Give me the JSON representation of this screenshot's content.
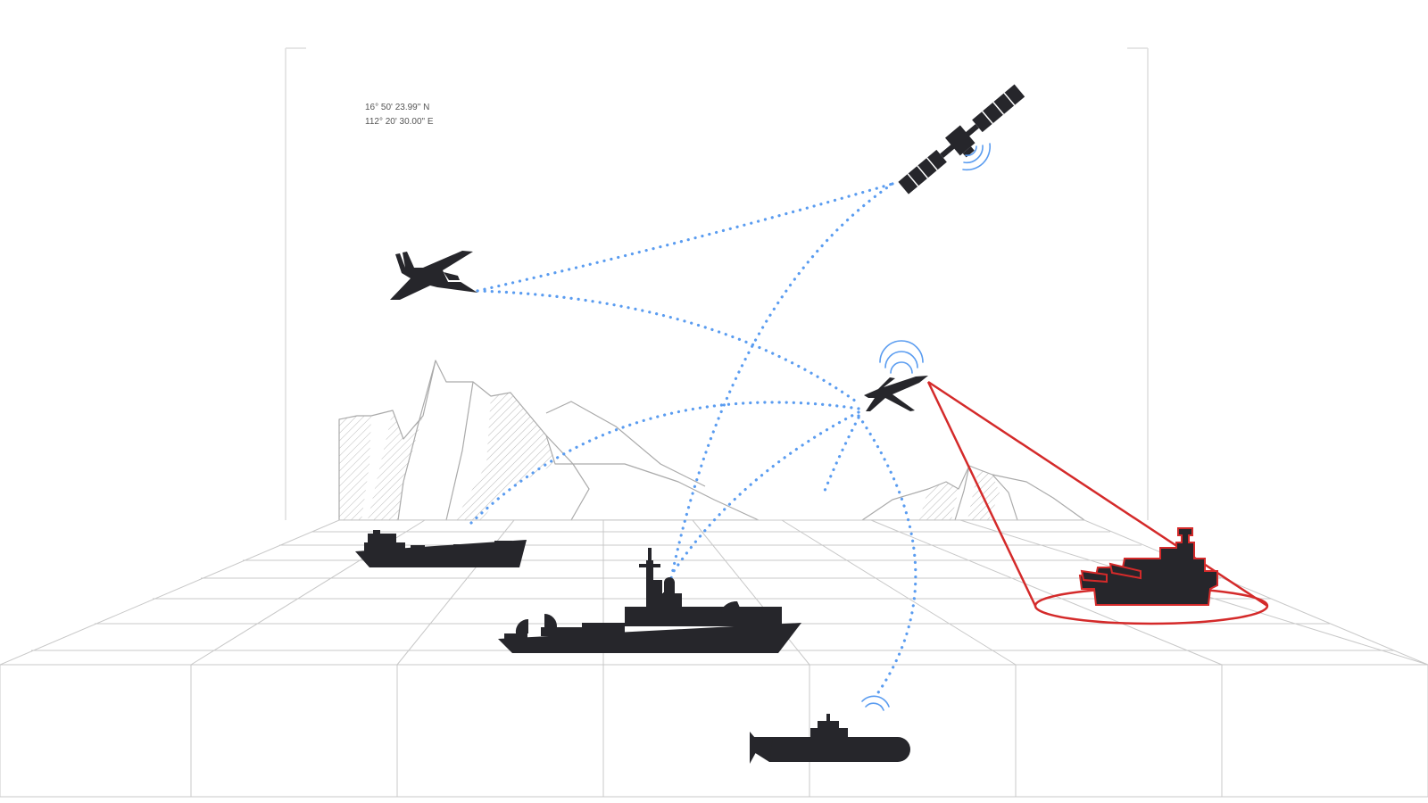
{
  "coordinates": {
    "latitude": "16° 50' 23.99\" N",
    "longitude": "112° 20' 30.00\" E"
  },
  "colors": {
    "link": "#5a9cf0",
    "threat": "#d42a2a",
    "asset": "#26262b",
    "terrain": "#aaaaaa",
    "grid": "#c8c8c8",
    "frame": "#dedede",
    "signal": "#5a9cf0"
  },
  "assets": [
    {
      "id": "satellite",
      "icon": "satellite-icon"
    },
    {
      "id": "fighter-jet",
      "icon": "fighter-jet-icon"
    },
    {
      "id": "drone",
      "icon": "drone-icon"
    },
    {
      "id": "cargo-ship",
      "icon": "cargo-ship-icon"
    },
    {
      "id": "command-warship",
      "icon": "warship-icon"
    },
    {
      "id": "submarine",
      "icon": "submarine-icon"
    },
    {
      "id": "hostile-warship",
      "icon": "hostile-warship-icon"
    }
  ]
}
